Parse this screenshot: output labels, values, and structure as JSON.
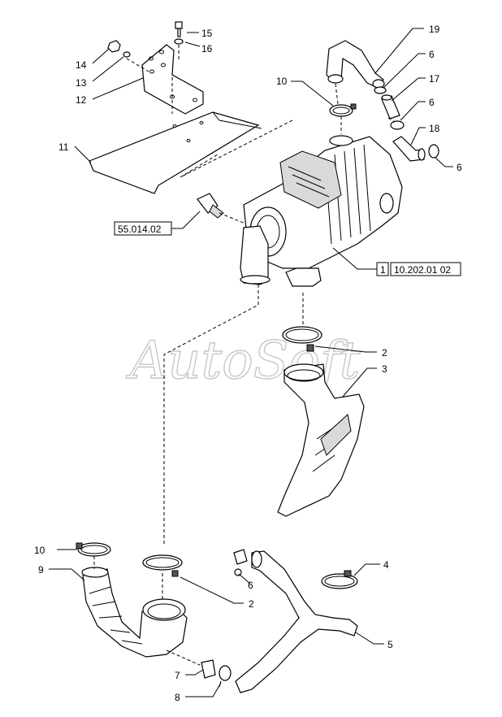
{
  "watermark": "AutoSoft",
  "callouts": {
    "c1": "1",
    "c2a": "2",
    "c2b": "2",
    "c3": "3",
    "c4": "4",
    "c5": "5",
    "c6a": "6",
    "c6b": "6",
    "c6c": "6",
    "c6d": "6",
    "c7": "7",
    "c8": "8",
    "c9": "9",
    "c10a": "10",
    "c10b": "10",
    "c11": "11",
    "c12": "12",
    "c13": "13",
    "c14": "14",
    "c15": "15",
    "c16": "16",
    "c17": "17",
    "c18": "18",
    "c19": "19"
  },
  "references": {
    "ref_55": "55.014.02",
    "ref_10_num": "1",
    "ref_10": "10.202.01 02"
  }
}
